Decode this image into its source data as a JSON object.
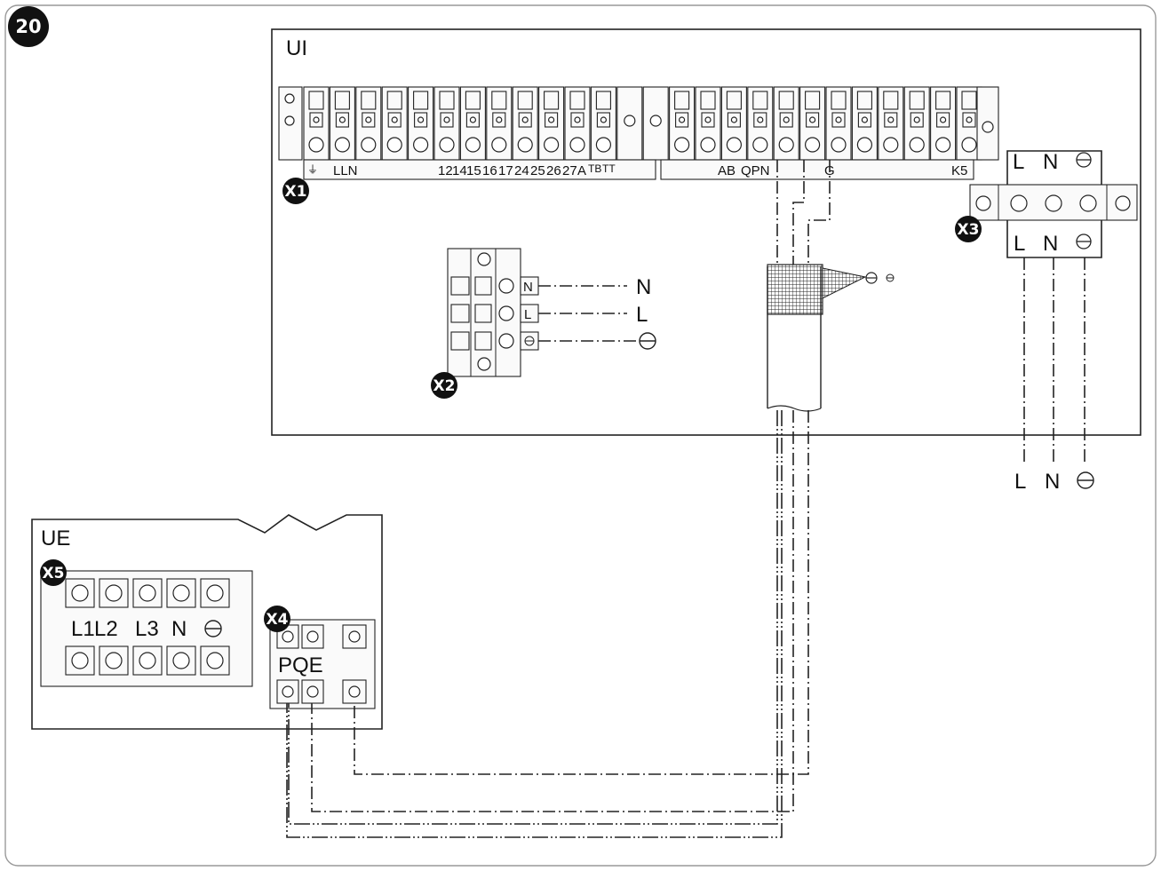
{
  "figure_number": "20",
  "units": {
    "indoor": "UI",
    "outdoor": "UE"
  },
  "blocks": {
    "x1": {
      "badge": "X1",
      "labels": [
        "LLN",
        "12",
        "14",
        "15",
        "16",
        "17",
        "24",
        "25",
        "26",
        "27",
        "A",
        "TB",
        "TT",
        "AB",
        "QPN",
        "G",
        "K5"
      ]
    },
    "x2": {
      "badge": "X2",
      "term_labels": [
        "N",
        "L"
      ],
      "wire_labels": [
        "N",
        "L"
      ]
    },
    "x3": {
      "badge": "X3",
      "top_labels": [
        "L",
        "N"
      ],
      "bottom_labels": [
        "L",
        "N"
      ],
      "supply_labels": [
        "L",
        "N"
      ]
    },
    "x4": {
      "badge": "X4",
      "label": "PQE"
    },
    "x5": {
      "badge": "X5",
      "labels": [
        "L1",
        "L2",
        "L3",
        "N"
      ]
    }
  }
}
